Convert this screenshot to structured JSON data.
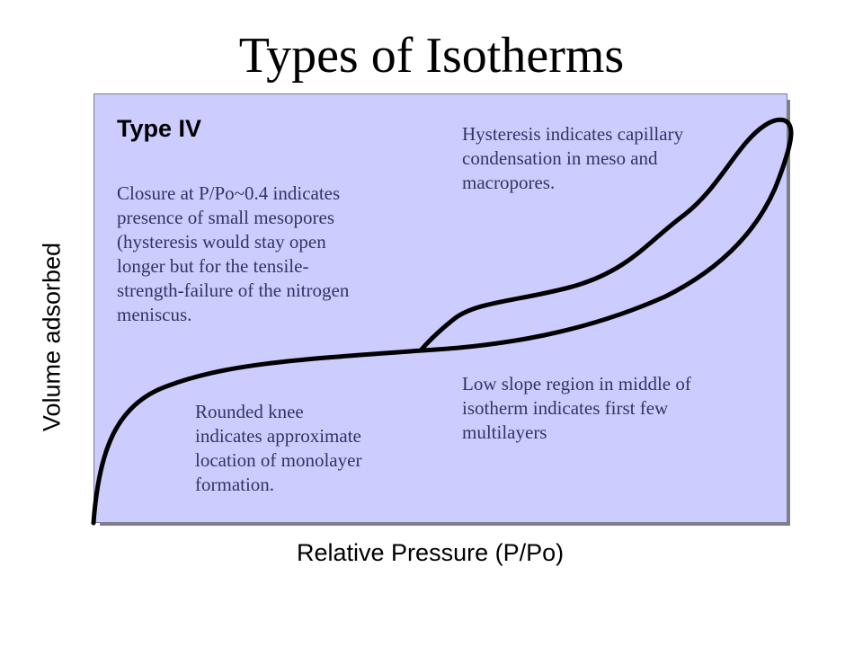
{
  "title": "Types of Isotherms",
  "axes": {
    "ylabel": "Volume adsorbed",
    "xlabel": "Relative Pressure (P/Po)"
  },
  "panel": {
    "type_label": "Type IV",
    "notes": {
      "closure": "Closure at P/Po~0.4 indicates\npresence of small mesopores\n(hysteresis would stay open\nlonger but for the tensile-\nstrength-failure of the nitrogen\nmeniscus.",
      "hysteresis": "Hysteresis indicates capillary\ncondensation in meso and\nmacropores.",
      "knee": "Rounded knee\nindicates approximate\nlocation of monolayer\nformation.",
      "low_slope": "Low slope region in middle of\nisotherm indicates first few\nmultilayers"
    }
  },
  "colors": {
    "panel_background": "#ccccff",
    "panel_shadow": "#808080",
    "annotation_text": "#333366",
    "curve": "#000000"
  }
}
